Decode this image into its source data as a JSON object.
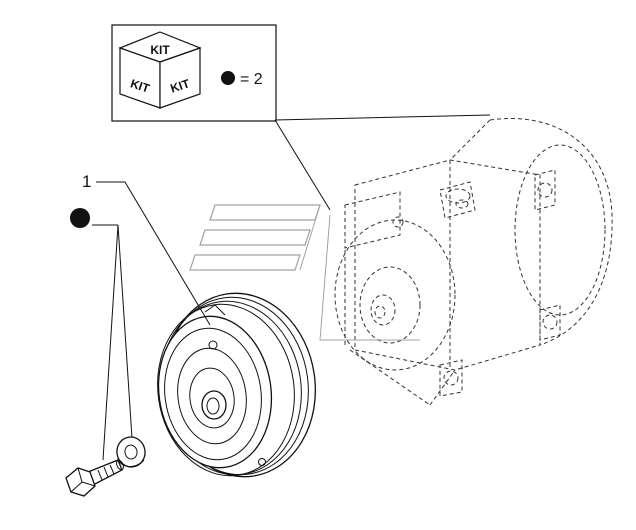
{
  "kit_box": {
    "kit_label": "KIT",
    "quantity_text": "= 2"
  },
  "callouts": {
    "pulley_number": "1"
  }
}
